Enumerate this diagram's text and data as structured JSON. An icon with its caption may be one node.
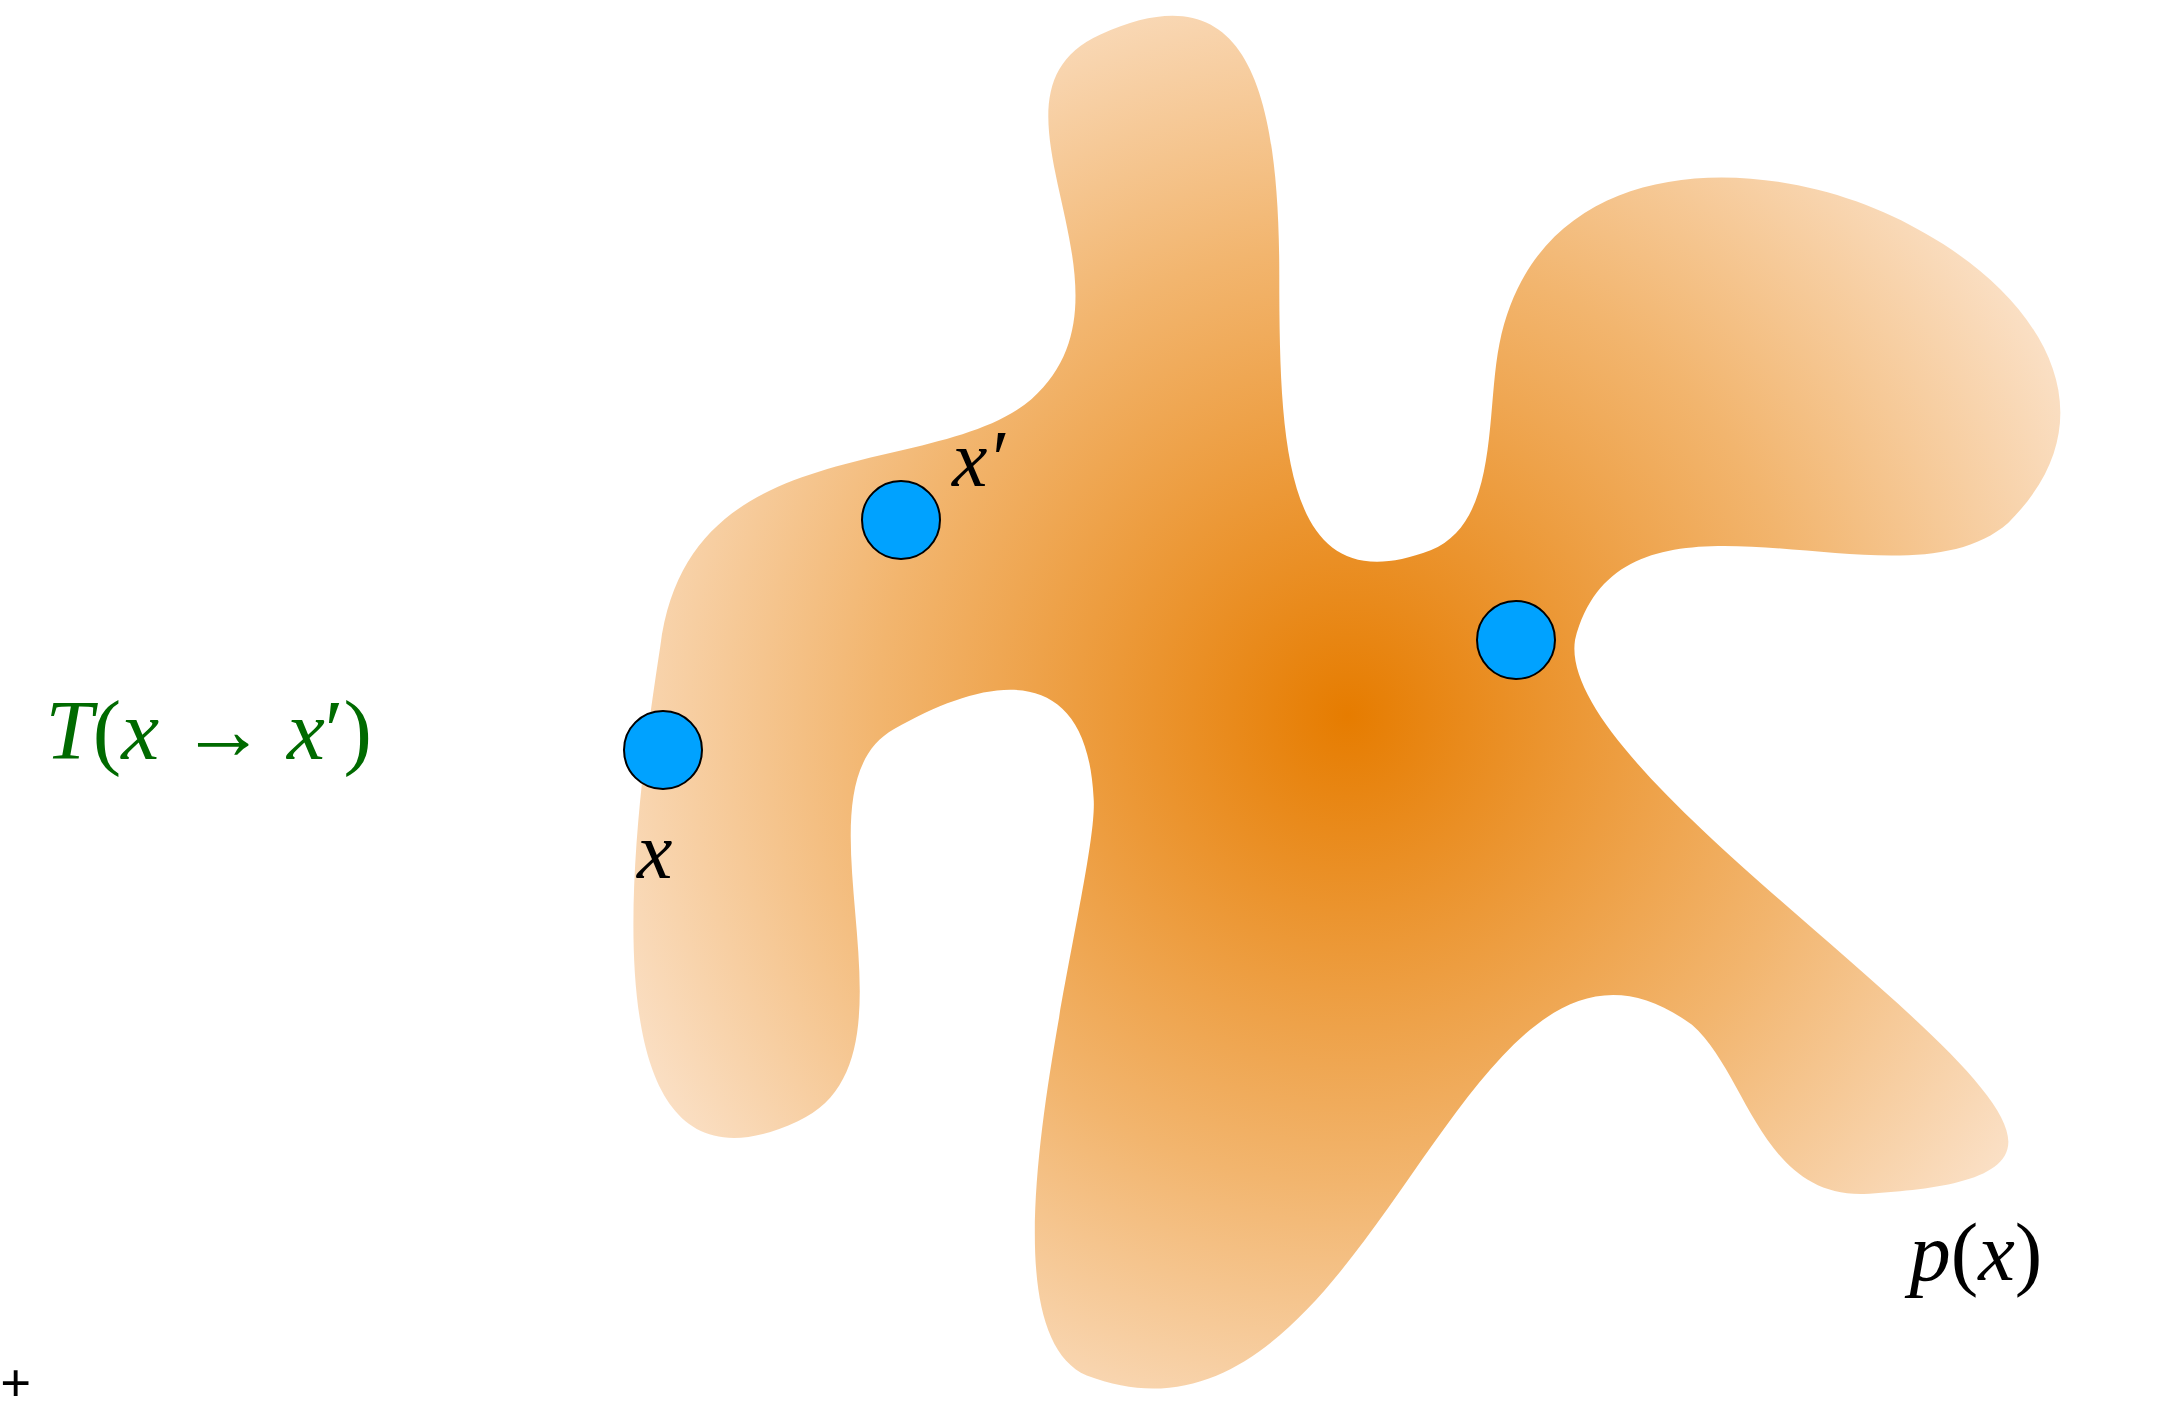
{
  "diagram": {
    "nodes": [
      {
        "text": [],
        "shape": "cloud",
        "beside": [
          "*p*(*x*)"
        ]
      },
      {
        "text": [],
        "shape": "circle",
        "in": 0,
        "beside": [
          "x′"
        ]
      },
      {
        "text": [],
        "shape": "circle",
        "in": 0
      },
      {
        "text": [],
        "shape": "circle",
        "in": 0,
        "beside": [
          "x"
        ]
      }
    ],
    "edges": [],
    "labels": [
      "*T*(*x* → *x*′)",
      "+"
    ]
  }
}
